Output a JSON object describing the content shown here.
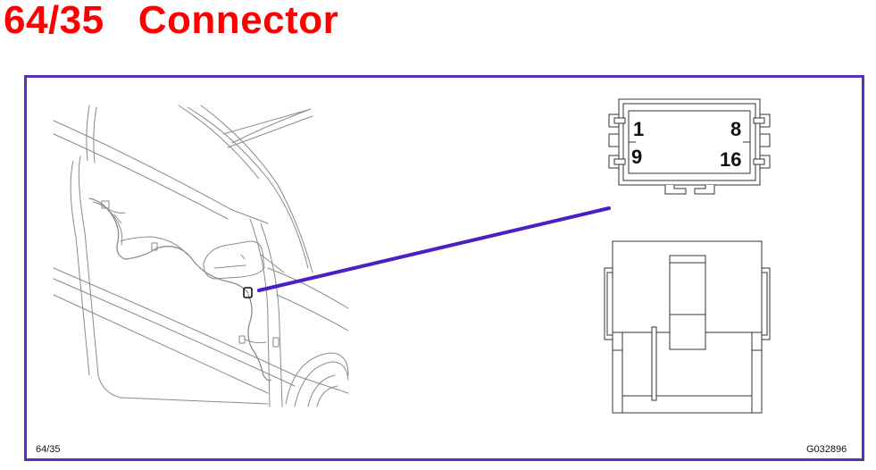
{
  "title": "64/35   Connector",
  "figure": {
    "left_label": "64/35",
    "right_label": "G032896"
  },
  "connector_face": {
    "pins": [
      "1",
      "8",
      "9",
      "16"
    ]
  },
  "colors": {
    "title": "#ff0000",
    "frame": "#5a2fbf",
    "pointer": "#4a1fc4",
    "line_art": "#8a8a8a"
  }
}
